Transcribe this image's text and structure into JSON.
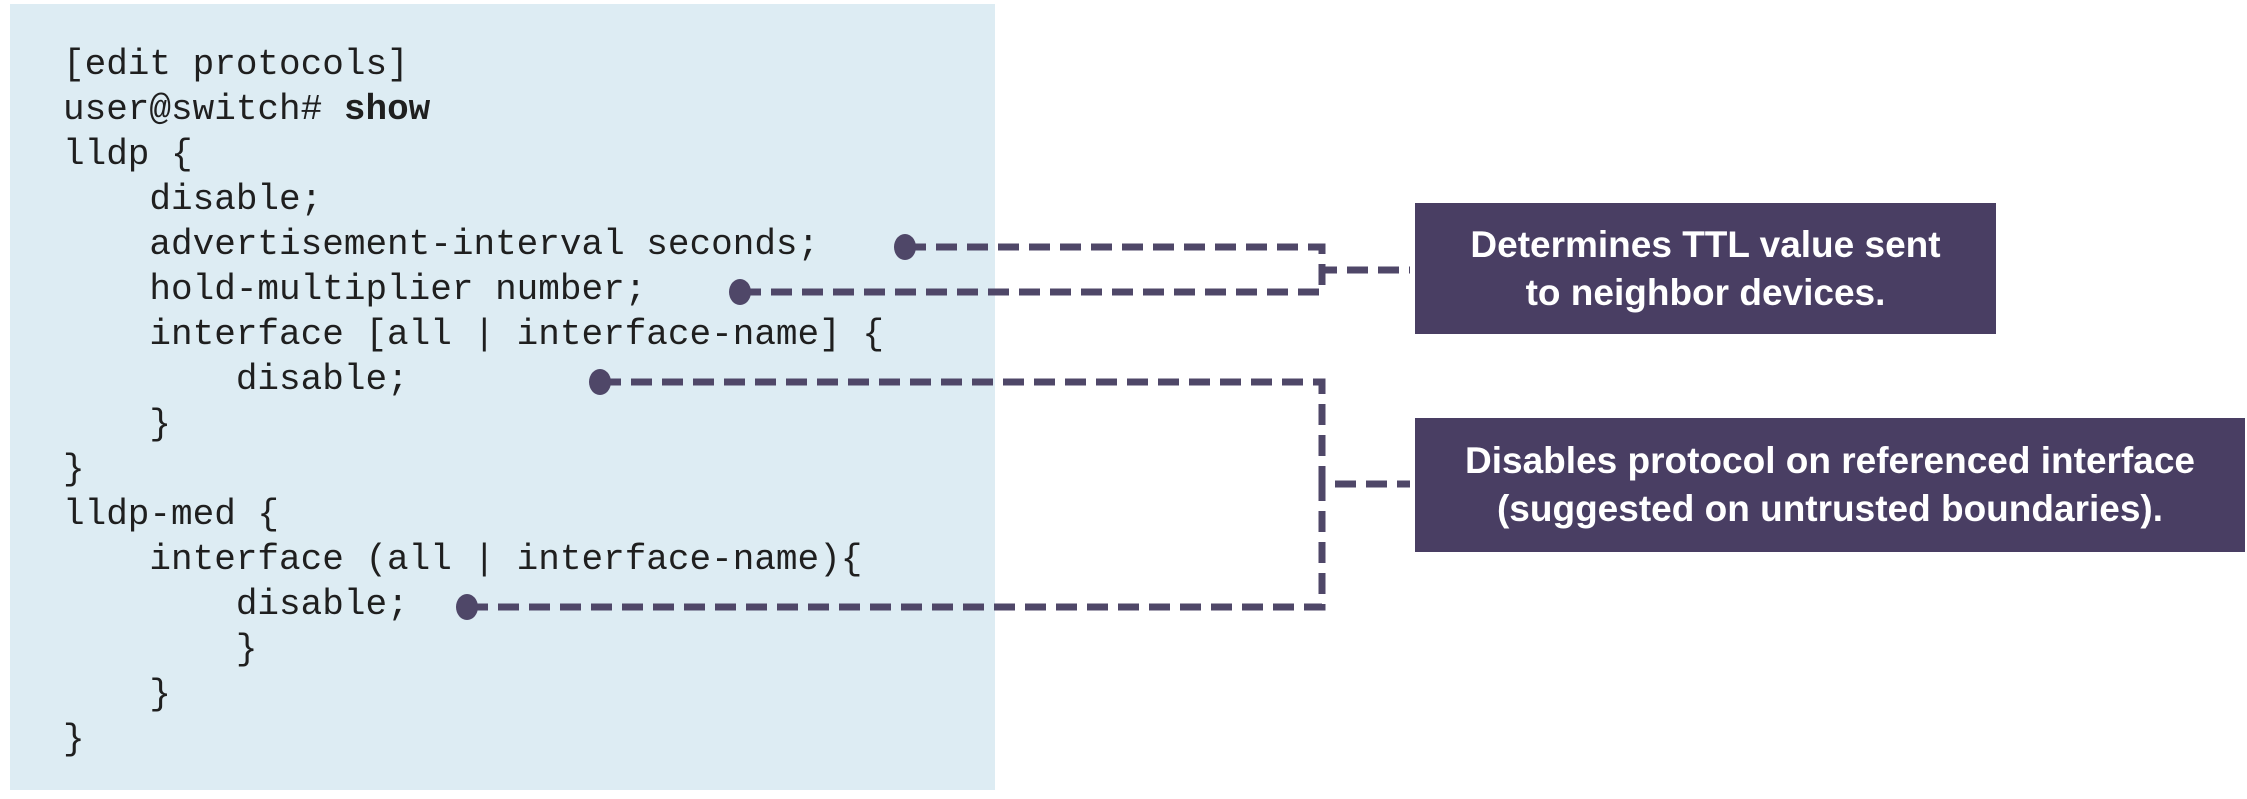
{
  "colors": {
    "panel_bg": "#ddecf3",
    "callout_bg": "#493e63",
    "callout_text": "#ffffff",
    "connector": "#4f4768",
    "code_text": "#1f1f1f"
  },
  "code_panel": {
    "lines": [
      {
        "pre": "[edit protocols]",
        "cmd": ""
      },
      {
        "pre": "user@switch# ",
        "cmd": "show"
      },
      {
        "pre": "lldp {",
        "cmd": ""
      },
      {
        "pre": "    disable;",
        "cmd": ""
      },
      {
        "pre": "    advertisement-interval seconds;",
        "cmd": ""
      },
      {
        "pre": "    hold-multiplier number;",
        "cmd": ""
      },
      {
        "pre": "    interface [all | interface-name] {",
        "cmd": ""
      },
      {
        "pre": "        disable;",
        "cmd": ""
      },
      {
        "pre": "    }",
        "cmd": ""
      },
      {
        "pre": "}",
        "cmd": ""
      },
      {
        "pre": "lldp-med {",
        "cmd": ""
      },
      {
        "pre": "    interface (all | interface-name){",
        "cmd": ""
      },
      {
        "pre": "        disable;",
        "cmd": ""
      },
      {
        "pre": "        }",
        "cmd": ""
      },
      {
        "pre": "    }",
        "cmd": ""
      },
      {
        "pre": "}",
        "cmd": ""
      }
    ]
  },
  "callouts": [
    {
      "line1": "Determines TTL value sent",
      "line2": "to neighbor devices."
    },
    {
      "line1": "Disables protocol on referenced interface",
      "line2": "(suggested on untrusted boundaries)."
    }
  ]
}
